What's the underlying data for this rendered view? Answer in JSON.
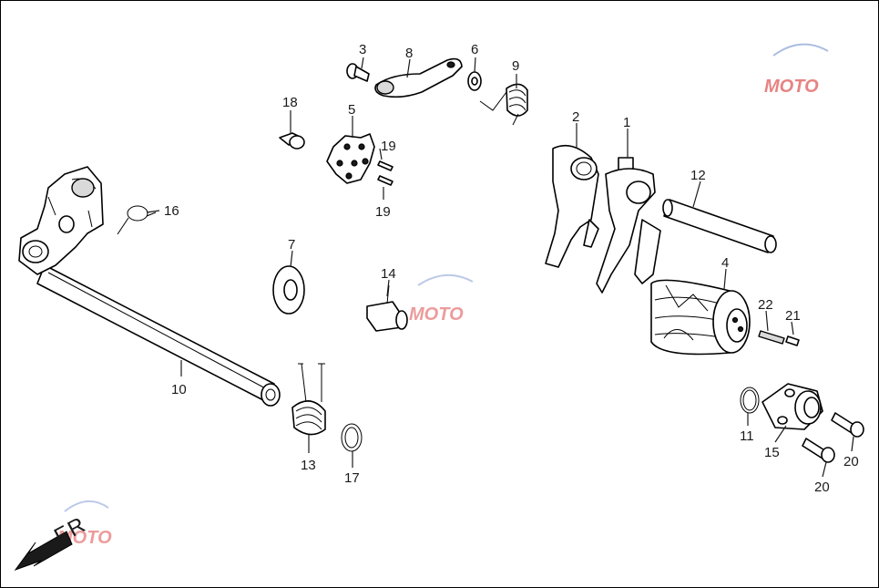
{
  "diagram": {
    "callouts": [
      {
        "id": "c1",
        "label": "1"
      },
      {
        "id": "c2",
        "label": "2"
      },
      {
        "id": "c3",
        "label": "3"
      },
      {
        "id": "c4",
        "label": "4"
      },
      {
        "id": "c5",
        "label": "5"
      },
      {
        "id": "c6",
        "label": "6"
      },
      {
        "id": "c7",
        "label": "7"
      },
      {
        "id": "c8",
        "label": "8"
      },
      {
        "id": "c9",
        "label": "9"
      },
      {
        "id": "c10",
        "label": "10"
      },
      {
        "id": "c11",
        "label": "11"
      },
      {
        "id": "c12",
        "label": "12"
      },
      {
        "id": "c13",
        "label": "13"
      },
      {
        "id": "c14",
        "label": "14"
      },
      {
        "id": "c15",
        "label": "15"
      },
      {
        "id": "c16",
        "label": "16"
      },
      {
        "id": "c17",
        "label": "17"
      },
      {
        "id": "c18",
        "label": "18"
      },
      {
        "id": "c19a",
        "label": "19"
      },
      {
        "id": "c19b",
        "label": "19"
      },
      {
        "id": "c20a",
        "label": "20"
      },
      {
        "id": "c20b",
        "label": "20"
      },
      {
        "id": "c21",
        "label": "21"
      },
      {
        "id": "c22",
        "label": "22"
      }
    ],
    "direction_indicator": {
      "label": "FR",
      "icon": "arrow-down-left-icon"
    },
    "watermark": {
      "text": "MOTO",
      "colors": {
        "primary": "#e05a5a",
        "accent": "#8fa6d8"
      }
    }
  }
}
